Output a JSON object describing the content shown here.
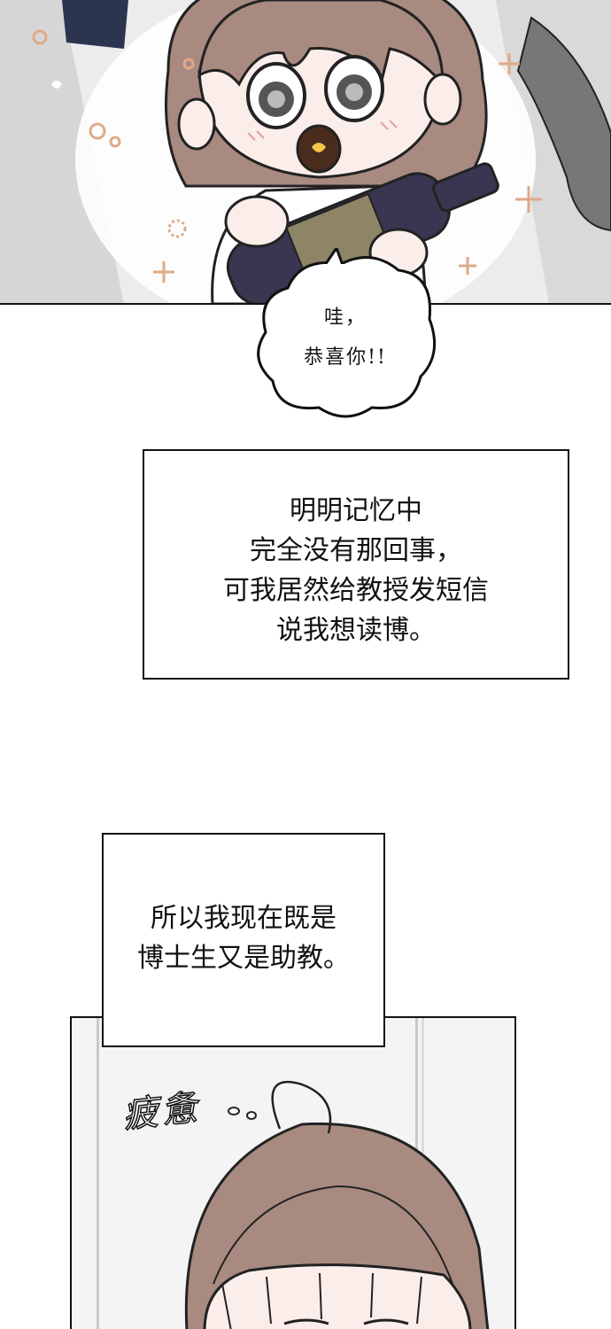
{
  "panels": {
    "top": {
      "bubble": {
        "line1": "哇，",
        "line2": "恭喜你!!"
      }
    },
    "narration_1": {
      "lines": [
        "明明记忆中",
        "完全没有那回事，",
        "可我居然给教授发短信",
        "说我想读博。"
      ]
    },
    "narration_2": {
      "lines": [
        "所以我现在既是",
        "博士生又是助教。"
      ]
    },
    "bottom": {
      "sfx": "疲惫"
    }
  },
  "colors": {
    "hair": "#a88a80",
    "skin": "#fbeeea",
    "bottle": "#3a3550",
    "label": "#8d8566",
    "sparkle": "#e0a98a"
  }
}
